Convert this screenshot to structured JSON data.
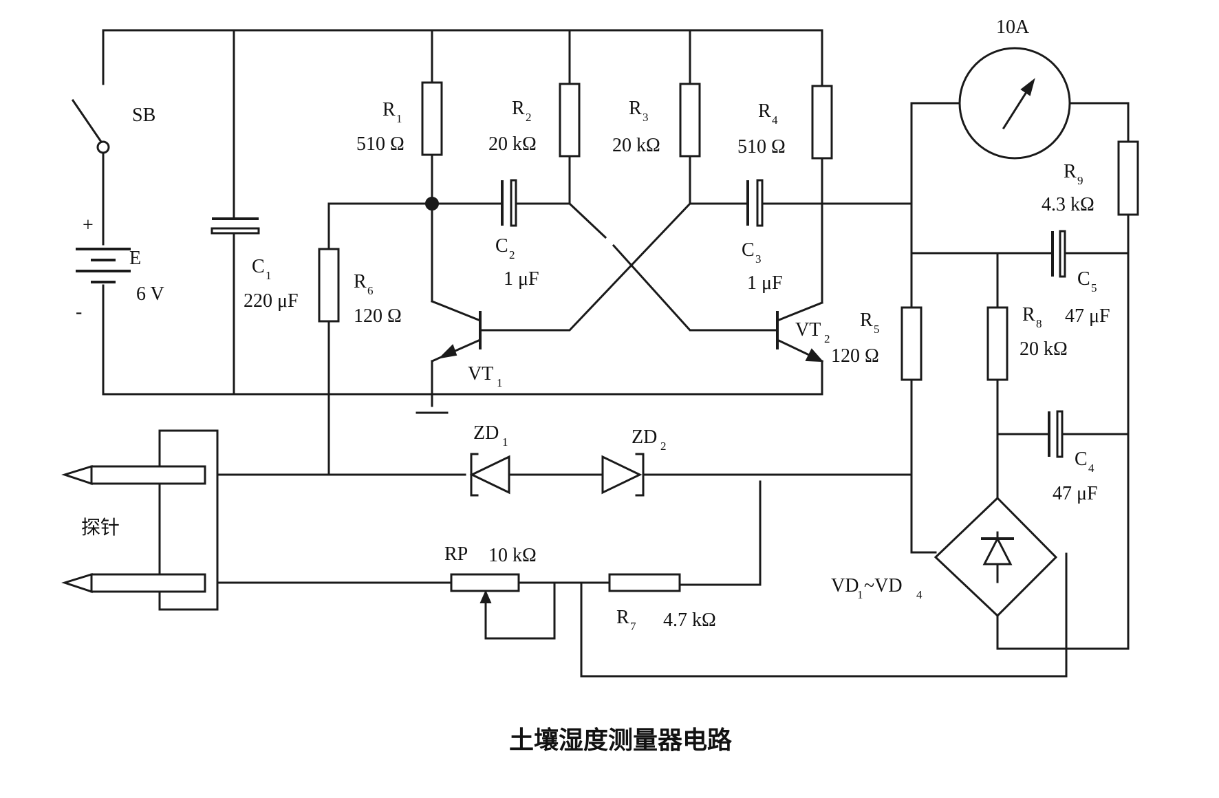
{
  "title": "土壤湿度测量器电路",
  "meter": {
    "label": "10A"
  },
  "switch": {
    "name": "SB"
  },
  "battery": {
    "name": "E",
    "value": "6 V",
    "plus": "+",
    "minus": "-"
  },
  "capacitors": {
    "c1": {
      "name": "C",
      "sub": "1",
      "value": "220 μF"
    },
    "c2": {
      "name": "C",
      "sub": "2",
      "value": "1 μF"
    },
    "c3": {
      "name": "C",
      "sub": "3",
      "value": "1 μF"
    },
    "c4": {
      "name": "C",
      "sub": "4",
      "value": "47 μF"
    },
    "c5": {
      "name": "C",
      "sub": "5",
      "value": "47 μF"
    }
  },
  "resistors": {
    "r1": {
      "name": "R",
      "sub": "1",
      "value": "510 Ω"
    },
    "r2": {
      "name": "R",
      "sub": "2",
      "value": "20 kΩ"
    },
    "r3": {
      "name": "R",
      "sub": "3",
      "value": "20 kΩ"
    },
    "r4": {
      "name": "R",
      "sub": "4",
      "value": "510 Ω"
    },
    "r5": {
      "name": "R",
      "sub": "5",
      "value": "120 Ω"
    },
    "r6": {
      "name": "R",
      "sub": "6",
      "value": "120 Ω"
    },
    "r7": {
      "name": "R",
      "sub": "7",
      "value": "4.7 kΩ"
    },
    "r8": {
      "name": "R",
      "sub": "8",
      "value": "20 kΩ"
    },
    "r9": {
      "name": "R",
      "sub": "9",
      "value": "4.3 kΩ"
    }
  },
  "potentiometer": {
    "name": "RP",
    "value": "10 kΩ"
  },
  "transistors": {
    "vt1": {
      "name": "VT",
      "sub": "1"
    },
    "vt2": {
      "name": "VT",
      "sub": "2"
    }
  },
  "zeners": {
    "zd1": {
      "name": "ZD",
      "sub": "1"
    },
    "zd2": {
      "name": "ZD",
      "sub": "2"
    }
  },
  "bridge": {
    "name1": "VD",
    "sub1": "1",
    "sep": "~VD",
    "sub2": "4"
  },
  "probe": {
    "label": "探针"
  }
}
